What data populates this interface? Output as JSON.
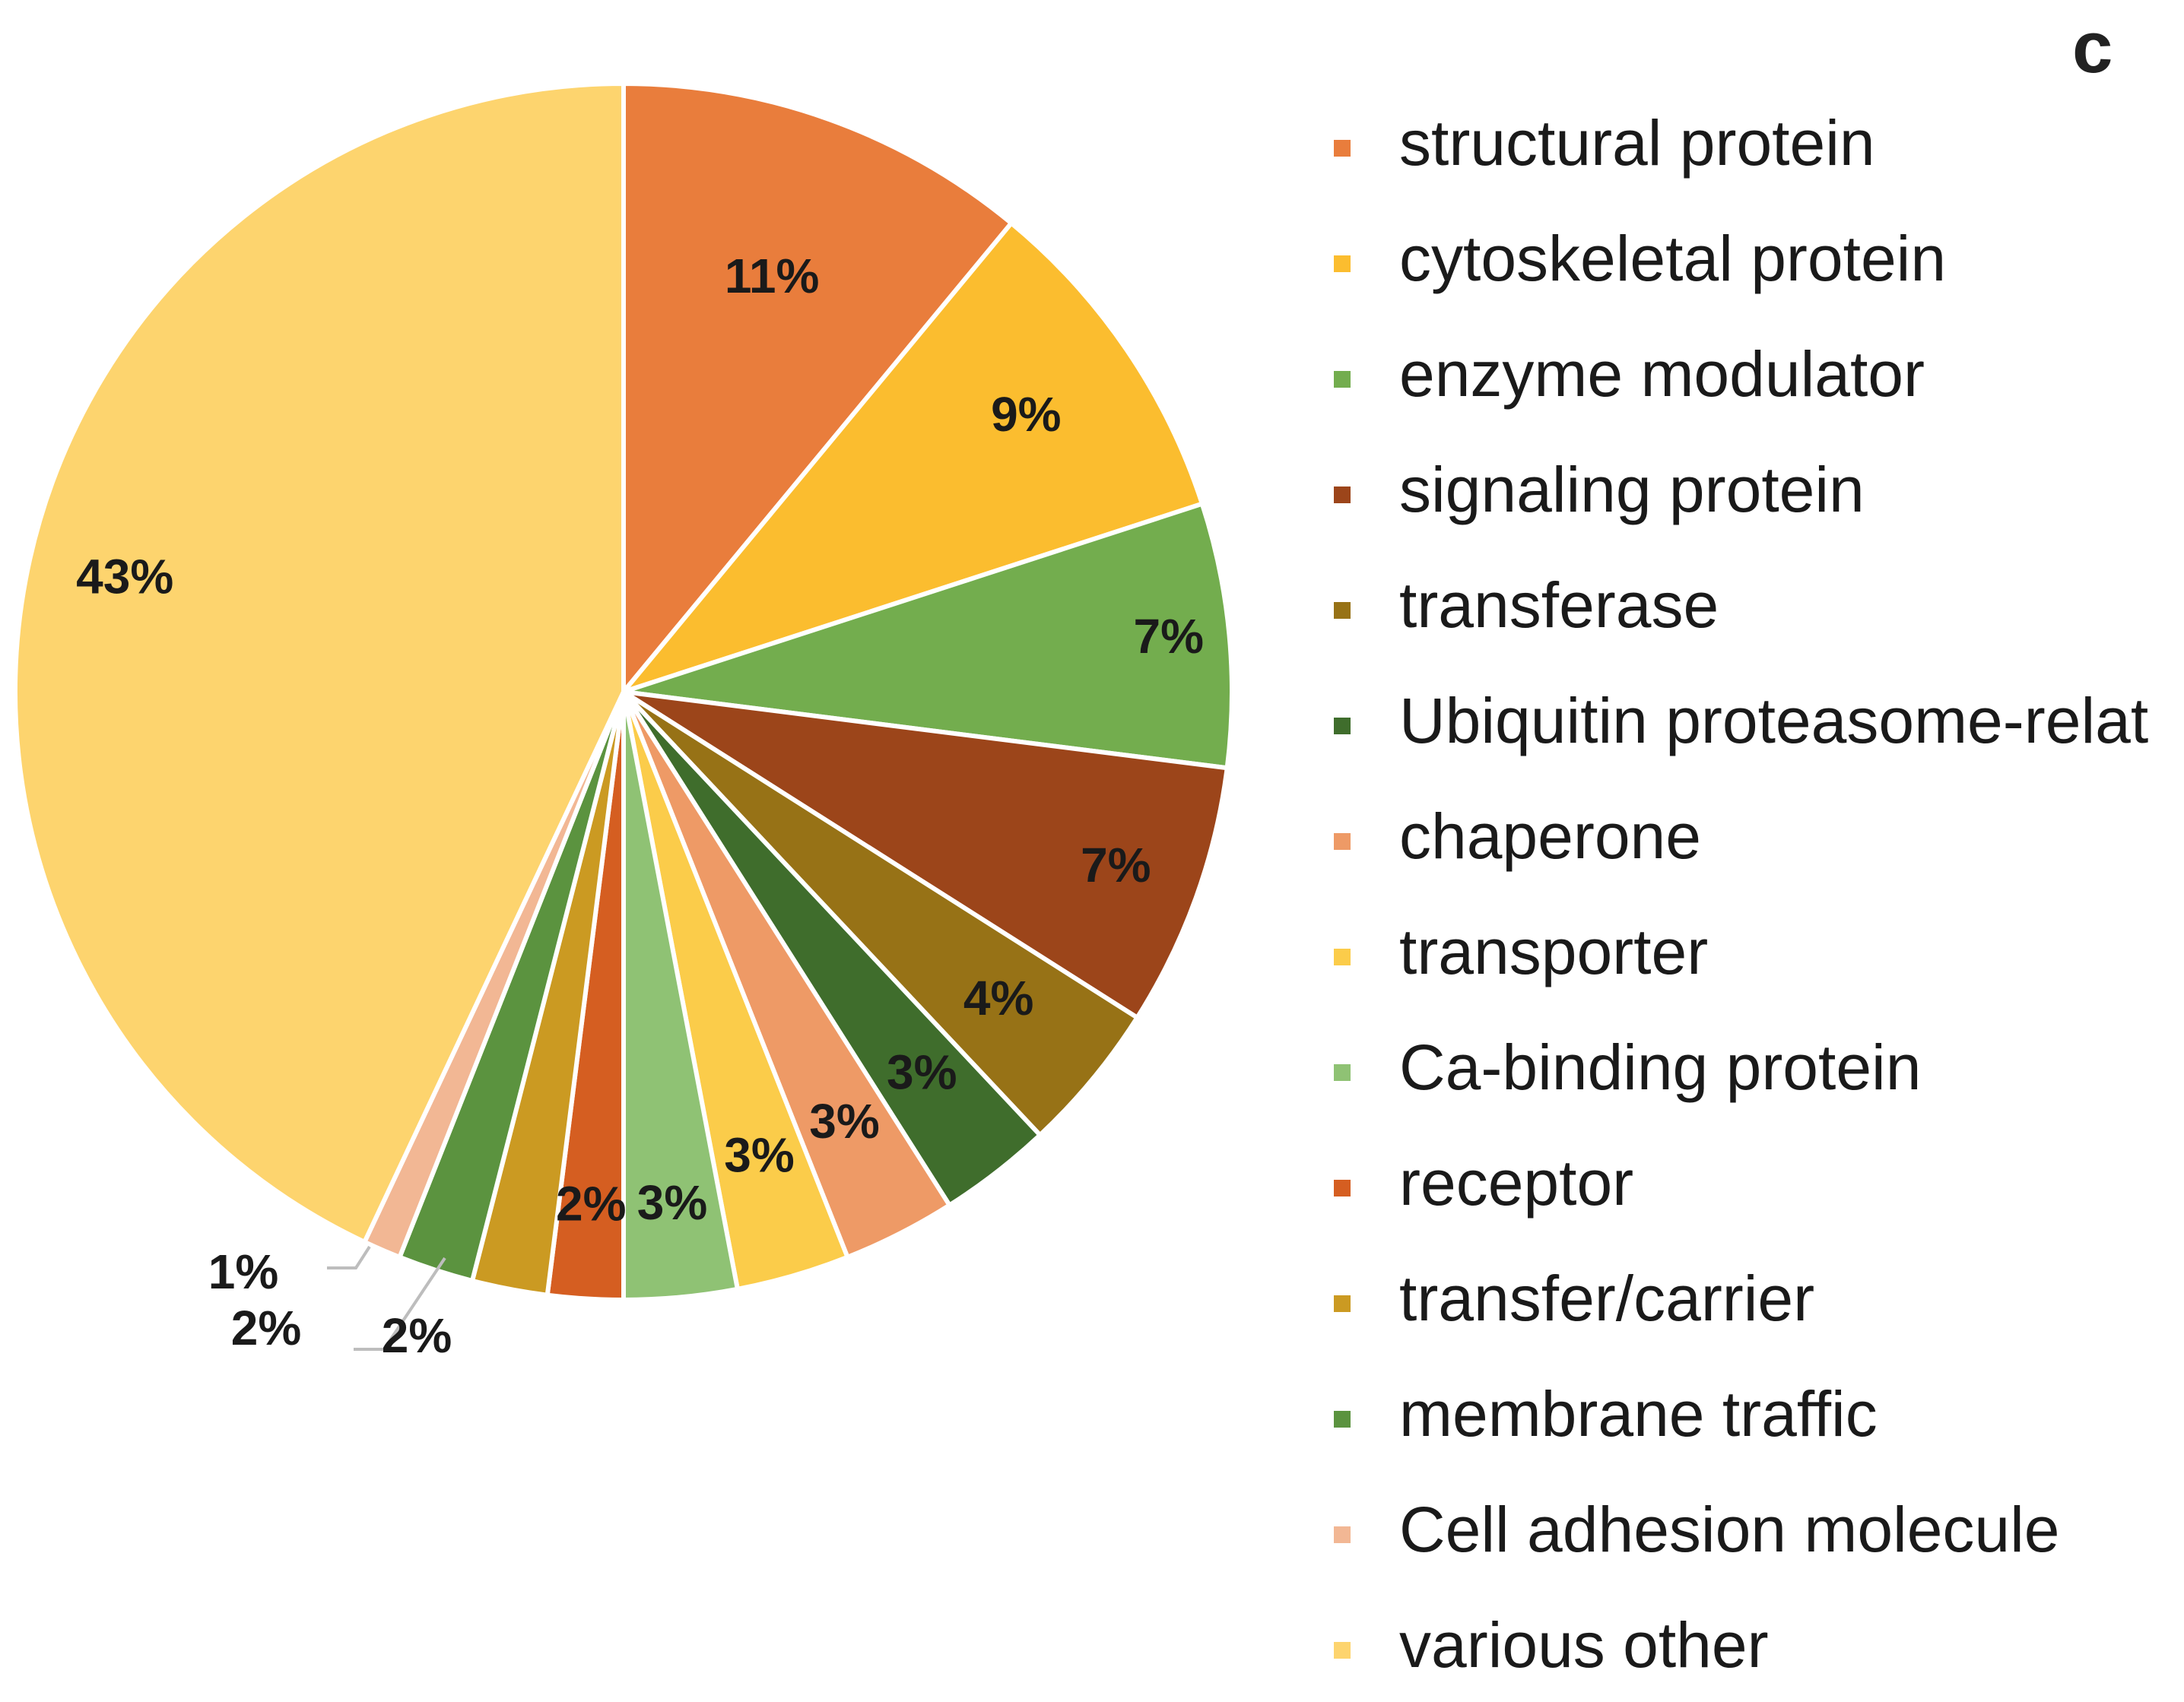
{
  "panel_letter": "c",
  "chart_data": {
    "type": "pie",
    "title": "",
    "slices": [
      {
        "label": "structural protein",
        "value": 11,
        "display": "11%",
        "color": "#E97D3C"
      },
      {
        "label": "cytoskeletal protein",
        "value": 9,
        "display": "9%",
        "color": "#FBBD2F"
      },
      {
        "label": "enzyme modulator",
        "value": 7,
        "display": "7%",
        "color": "#73AD4E"
      },
      {
        "label": "signaling protein",
        "value": 7,
        "display": "7%",
        "color": "#9C451A"
      },
      {
        "label": "transferase",
        "value": 4,
        "display": "4%",
        "color": "#977216"
      },
      {
        "label": "Ubiquitin proteasome-relat",
        "value": 3,
        "display": "3%",
        "color": "#3F6D2C"
      },
      {
        "label": "chaperone",
        "value": 3,
        "display": "3%",
        "color": "#EE9A66"
      },
      {
        "label": "transporter",
        "value": 3,
        "display": "3%",
        "color": "#FBCC4A"
      },
      {
        "label": "Ca-binding protein",
        "value": 3,
        "display": "3%",
        "color": "#8FC274"
      },
      {
        "label": "receptor",
        "value": 2,
        "display": "2%",
        "color": "#D55E21"
      },
      {
        "label": "transfer/carrier",
        "value": 2,
        "display": "2%",
        "color": "#CB9A22"
      },
      {
        "label": "membrane traffic",
        "value": 2,
        "display": "2%",
        "color": "#5B933F"
      },
      {
        "label": "Cell adhesion molecule",
        "value": 1,
        "display": "1%",
        "color": "#F2B794"
      },
      {
        "label": "various other",
        "value": 43,
        "display": "43%",
        "color": "#FDD46E"
      }
    ],
    "legend": {
      "position": "right"
    }
  }
}
